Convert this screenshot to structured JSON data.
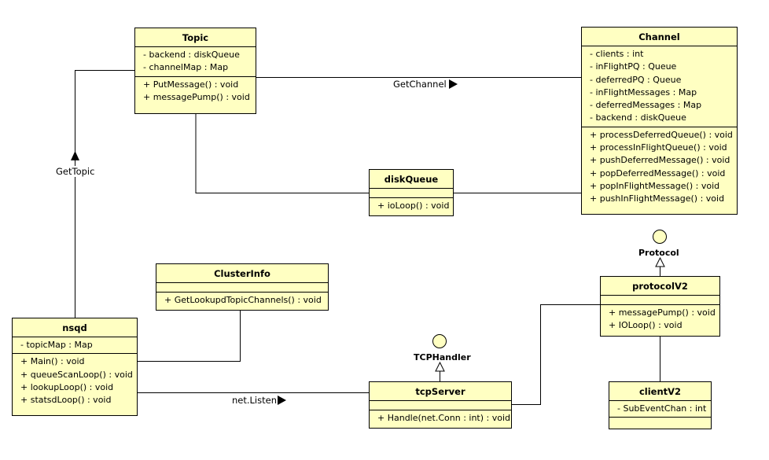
{
  "classes": {
    "topic": {
      "name": "Topic",
      "attributes": [
        "- backend : diskQueue",
        "- channelMap : Map"
      ],
      "operations": [
        "+ PutMessage() : void",
        "+ messagePump() : void"
      ]
    },
    "channel": {
      "name": "Channel",
      "attributes": [
        "- clients : int",
        "- inFlightPQ : Queue",
        "- deferredPQ : Queue",
        "- inFlightMessages : Map",
        "- deferredMessages : Map",
        "- backend : diskQueue"
      ],
      "operations": [
        "+ processDeferredQueue() : void",
        "+ processInFlightQueue() : void",
        "+ pushDeferredMessage() : void",
        "+ popDeferredMessage() : void",
        "+ popInFlightMessage() : void",
        "+ pushInFlightMessage() : void"
      ]
    },
    "diskqueue": {
      "name": "diskQueue",
      "attributes": [],
      "operations": [
        "+ ioLoop() : void"
      ]
    },
    "clusterinfo": {
      "name": "ClusterInfo",
      "attributes": [],
      "operations": [
        "+ GetLookupdTopicChannels() : void"
      ]
    },
    "nsqd": {
      "name": "nsqd",
      "attributes": [
        "- topicMap : Map"
      ],
      "operations": [
        "+ Main() : void",
        "+ queueScanLoop() : void",
        "+ lookupLoop() : void",
        "+ statsdLoop() : void"
      ]
    },
    "tcpserver": {
      "name": "tcpServer",
      "attributes": [],
      "operations": [
        "+ Handle(net.Conn : int) : void"
      ]
    },
    "protocolv2": {
      "name": "protocolV2",
      "attributes": [],
      "operations": [
        "+ messagePump() : void",
        "+ IOLoop() : void"
      ]
    },
    "clientv2": {
      "name": "clientV2",
      "attributes": [
        "- SubEventChan : int"
      ],
      "operations": []
    }
  },
  "interfaces": {
    "protocol": "Protocol",
    "tcphandler": "TCPHandler"
  },
  "associations": {
    "get_channel": "GetChannel",
    "get_topic": "GetTopic",
    "net_listen": "net.Listen"
  }
}
